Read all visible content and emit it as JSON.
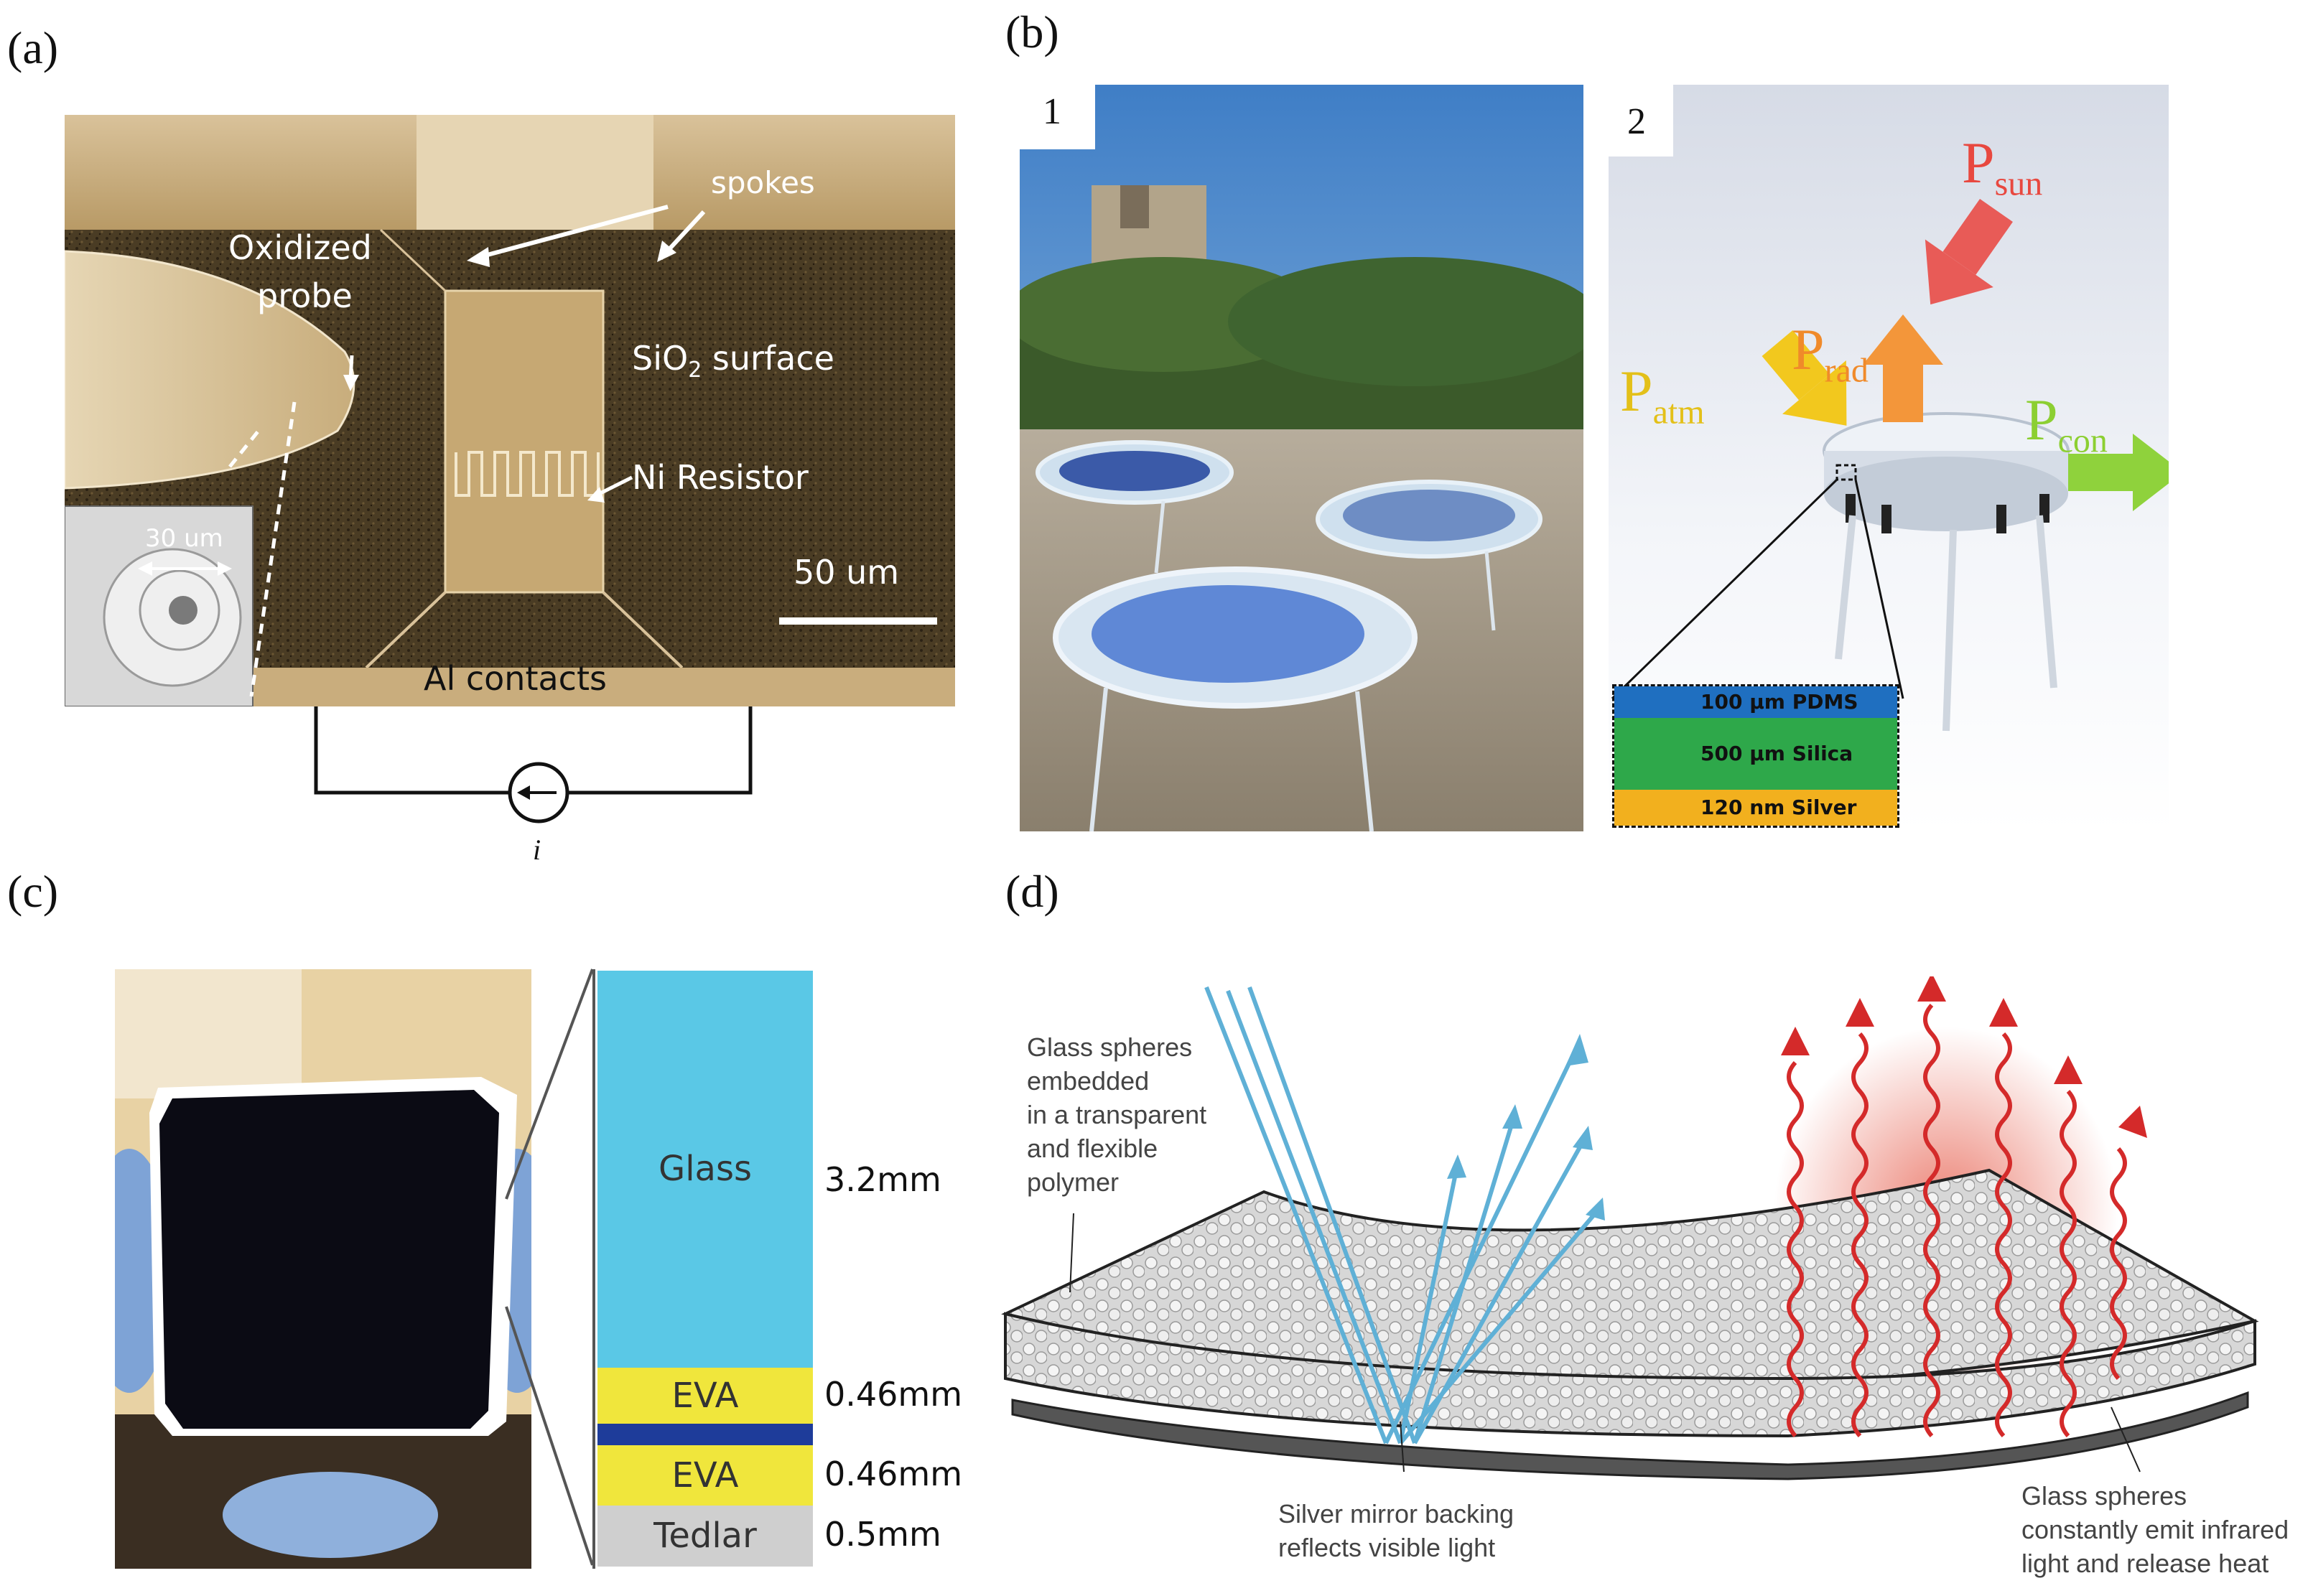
{
  "panels": {
    "a": {
      "letter": "(a)",
      "labels": {
        "spokes": "spokes",
        "oxidized_probe_line1": "Oxidized",
        "oxidized_probe_line2": "probe",
        "sio2_prefix": "SiO",
        "sio2_sub": "2",
        "sio2_suffix": " surface",
        "ni_resistor": "Ni Resistor",
        "scale_bar": "50 um",
        "inset_scale": "30 um",
        "al_contacts": "Al contacts",
        "current_symbol": "i"
      },
      "colors": {
        "sem_tone": "#b89a66",
        "dark_bg": "#3a2f1e"
      }
    },
    "b": {
      "letter": "(b)",
      "sub1": "1",
      "sub2": "2",
      "power_labels": {
        "p_sun_main": "P",
        "p_sun_sub": "sun",
        "p_rad_main": "P",
        "p_rad_sub": "rad",
        "p_atm_main": "P",
        "p_atm_sub": "atm",
        "p_con_main": "P",
        "p_con_sub": "con"
      },
      "layers": [
        {
          "text": "100 µm PDMS",
          "color": "#1f6fc0"
        },
        {
          "text": "500 µm Silica",
          "color": "#2ea84a"
        },
        {
          "text": "120 nm Silver",
          "color": "#f2b01e"
        }
      ]
    },
    "c": {
      "letter": "(c)",
      "layers": [
        {
          "name": "Glass",
          "thickness": "3.2mm",
          "color": "#5ac8e6"
        },
        {
          "name": "EVA",
          "thickness": "0.46mm",
          "color": "#f0e63c"
        },
        {
          "name": "",
          "thickness": "",
          "color": "#1e3c9a"
        },
        {
          "name": "EVA",
          "thickness": "0.46mm",
          "color": "#f0e63c"
        },
        {
          "name": "Tedlar",
          "thickness": "0.5mm",
          "color": "#cfcfcf"
        }
      ]
    },
    "d": {
      "letter": "(d)",
      "captions": {
        "spheres_line1": "Glass spheres",
        "spheres_line2": "embedded",
        "spheres_line3": "in a transparent",
        "spheres_line4": "and flexible",
        "spheres_line5": "polymer",
        "mirror_line1": "Silver mirror backing",
        "mirror_line2": "reflects visible light",
        "emit_line1": "Glass spheres",
        "emit_line2": "constantly emit infrared",
        "emit_line3": "light and release heat"
      },
      "colors": {
        "visible_light": "#5fb0d6",
        "infrared": "#d42a2a"
      }
    }
  }
}
